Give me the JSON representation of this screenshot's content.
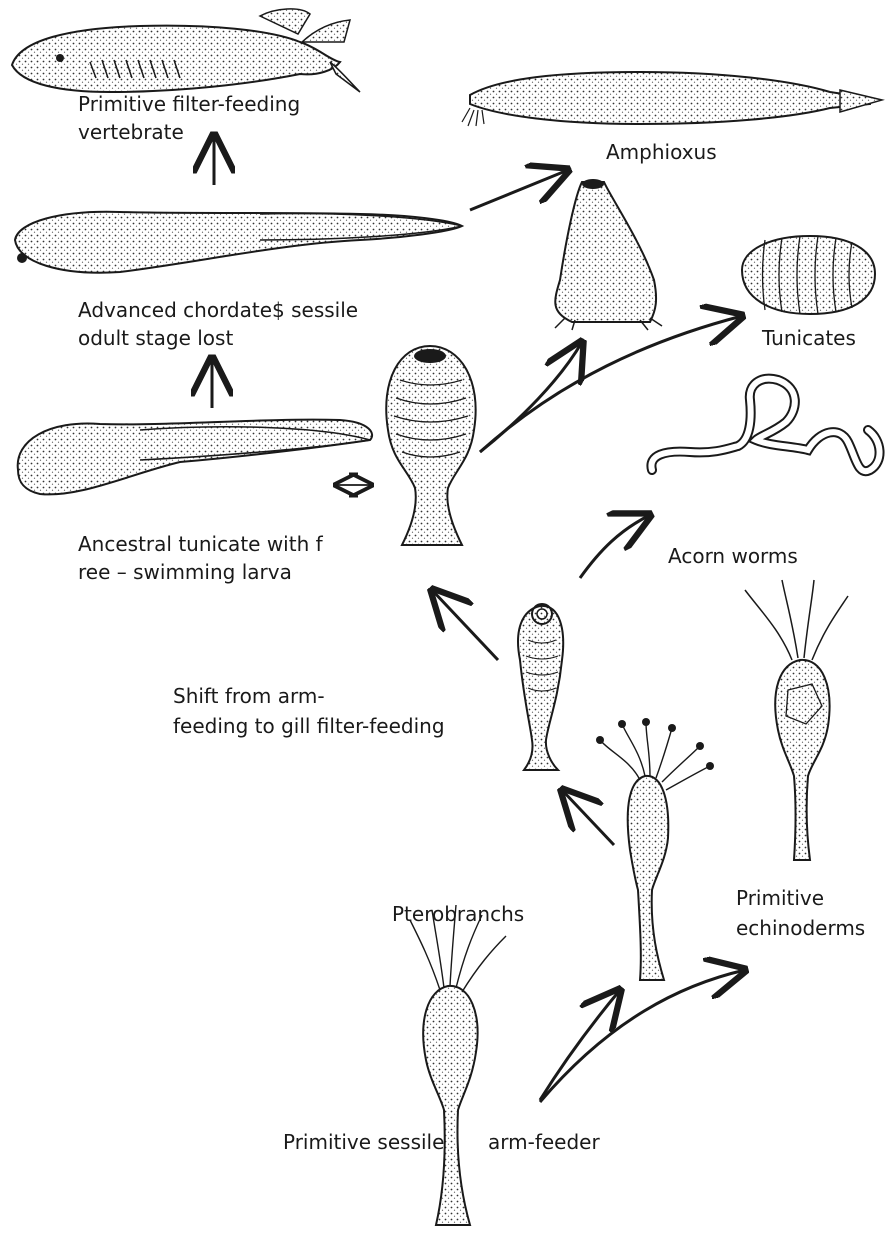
{
  "labels": {
    "primitive_vertebrate_1": "Primitive filter-feeding",
    "primitive_vertebrate_2": "vertebrate",
    "amphioxus": "Amphioxus",
    "advanced_chordate_1": "Advanced chordate$ sessile",
    "advanced_chordate_2": "odult stage lost",
    "tunicates": "Tunicates",
    "ancestral_tunicate_1": "Ancestral tunicate with f",
    "ancestral_tunicate_2": "ree – swimming larva",
    "acorn_worms": "Acorn worms",
    "shift_1": "Shift from arm-",
    "shift_2": "feeding to gill filter-feeding",
    "pterobranchs": "Pterobranchs",
    "echinoderms_1": "Primitive",
    "echinoderms_2": "echinoderms",
    "sessile_left": "Primitive sessile",
    "sessile_right": "arm-feeder"
  },
  "colors": {
    "ink": "#1a1a1a",
    "fill": "#f4f4f4"
  }
}
